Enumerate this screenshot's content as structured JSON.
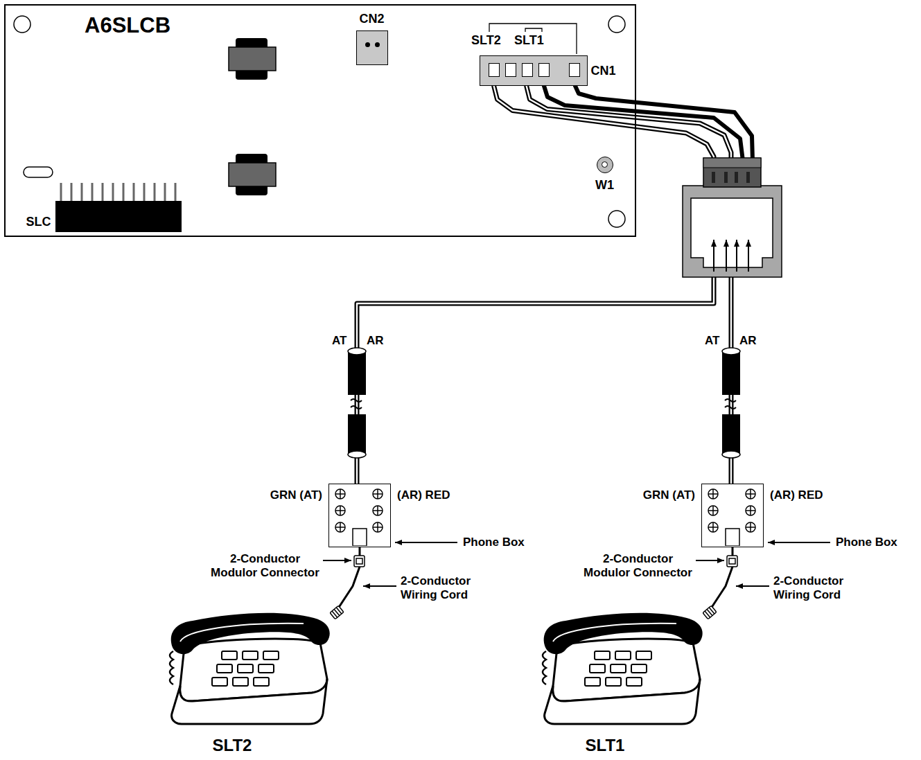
{
  "diagram": {
    "nodes": [
      {
        "text": [
          "A6SLCB"
        ]
      },
      {
        "text": [
          "CN2"
        ],
        "in": 0
      },
      {
        "text": [
          "CN1"
        ],
        "in": 0
      },
      {
        "text": [
          "SLC"
        ],
        "in": 0
      },
      {
        "text": [
          "W1"
        ],
        "in": 0
      },
      {
        "text": [
          "GRN (AT)",
          "(AR) RED"
        ]
      },
      {
        "text": [
          "SLT2"
        ]
      },
      {
        "text": [
          "GRN (AT)",
          "(AR) RED"
        ]
      },
      {
        "text": [
          "SLT1"
        ]
      }
    ],
    "edges": [
      {
        "from": 2,
        "to": 5,
        "arrow": "none"
      },
      {
        "from": 2,
        "to": 7,
        "arrow": "none"
      },
      {
        "from": 5,
        "to": 6,
        "arrow": "none"
      },
      {
        "from": 7,
        "to": 8,
        "arrow": "none"
      }
    ],
    "labels": [
      "SLT2",
      "SLT1",
      "AT",
      "AR",
      "AT",
      "AR",
      "Phone Box",
      "2-Conductor Modulor Connector",
      "2-Conductor Wiring Cord",
      "Phone Box",
      "2-Conductor Modulor Connector",
      "2-Conductor Wiring Cord"
    ]
  }
}
